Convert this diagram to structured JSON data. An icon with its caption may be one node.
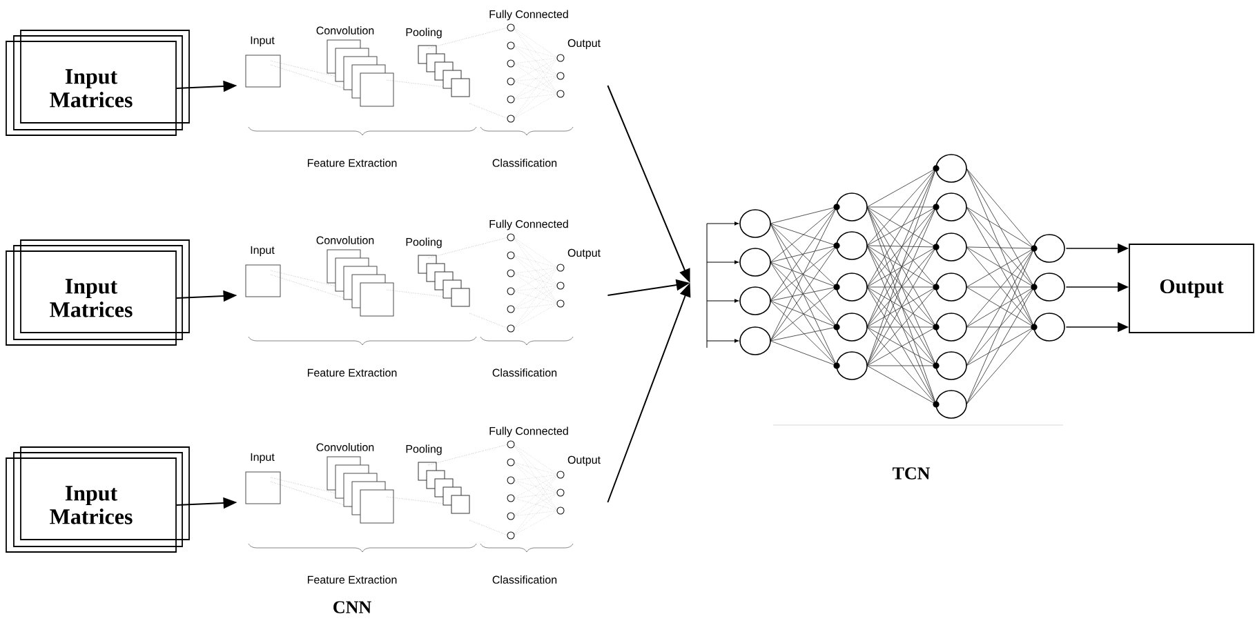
{
  "diagram": {
    "nodes": [
      {
        "text": [
          "Input Matrices"
        ]
      },
      {
        "text": [
          "Input Matrices"
        ]
      },
      {
        "text": [
          "Input Matrices"
        ]
      },
      {
        "text": [
          "Input",
          "Convolution",
          "Pooling",
          "Fully Connected",
          "Output",
          "Feature Extraction",
          "Classification"
        ]
      },
      {
        "text": [
          "Input",
          "Convolution",
          "Pooling",
          "Fully Connected",
          "Output",
          "Feature Extraction",
          "Classification"
        ]
      },
      {
        "text": [
          "Input",
          "Convolution",
          "Pooling",
          "Fully Connected",
          "Output",
          "Feature Extraction",
          "Classification"
        ]
      },
      {
        "text": [],
        "shape": "picture",
        "beside": [
          "TCN"
        ]
      },
      {
        "text": [
          "Output"
        ]
      }
    ],
    "edges": [
      {
        "from": 0,
        "to": 3,
        "arrow": "to"
      },
      {
        "from": 1,
        "to": 4,
        "arrow": "to"
      },
      {
        "from": 2,
        "to": 5,
        "arrow": "to"
      },
      {
        "from": 3,
        "to": 6,
        "arrow": "to"
      },
      {
        "from": 4,
        "to": 6,
        "arrow": "to"
      },
      {
        "from": 5,
        "to": 6,
        "arrow": "to"
      },
      {
        "from": 6,
        "to": 7,
        "arrow": "to"
      },
      {
        "from": 6,
        "to": 7,
        "arrow": "to"
      },
      {
        "from": 6,
        "to": 7,
        "arrow": "to"
      }
    ],
    "labels": [
      "CNN"
    ]
  }
}
